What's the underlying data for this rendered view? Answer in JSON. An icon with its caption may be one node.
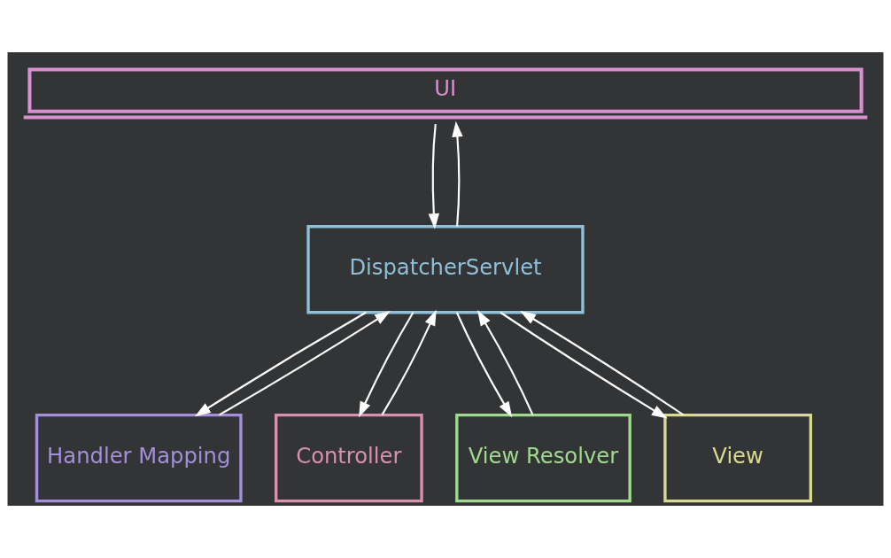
{
  "diagram": {
    "nodes": [
      {
        "text": [
          "UI"
        ]
      },
      {
        "text": [
          "DispatcherServlet"
        ]
      },
      {
        "text": [
          "Handler Mapping"
        ]
      },
      {
        "text": [
          "Controller"
        ]
      },
      {
        "text": [
          "View Resolver"
        ]
      },
      {
        "text": [
          "View"
        ]
      }
    ],
    "edges": [
      {
        "from": 0,
        "to": 1,
        "arrow": "to"
      },
      {
        "from": 1,
        "to": 0,
        "arrow": "to"
      },
      {
        "from": 1,
        "to": 2,
        "arrow": "to"
      },
      {
        "from": 2,
        "to": 1,
        "arrow": "to"
      },
      {
        "from": 1,
        "to": 3,
        "arrow": "to"
      },
      {
        "from": 3,
        "to": 1,
        "arrow": "to"
      },
      {
        "from": 4,
        "to": 1,
        "arrow": "to"
      },
      {
        "from": 1,
        "to": 4,
        "arrow": "to"
      },
      {
        "from": 5,
        "to": 1,
        "arrow": "to"
      },
      {
        "from": 1,
        "to": 5,
        "arrow": "to"
      }
    ]
  }
}
